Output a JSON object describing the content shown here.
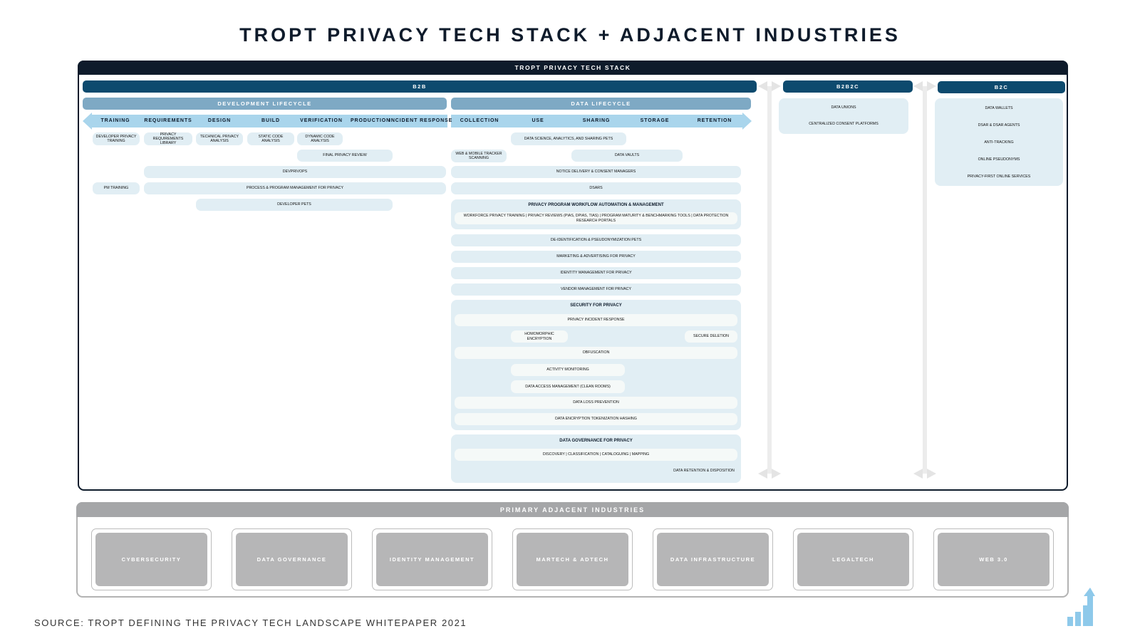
{
  "title": "TROPT PRIVACY TECH STACK + ADJACENT INDUSTRIES",
  "stack": {
    "header": "TROPT PRIVACY TECH STACK",
    "b2b": "B2B",
    "b2b2c": "B2B2C",
    "b2c": "B2C",
    "dev_lifecycle": "DEVELOPMENT LIFECYCLE",
    "data_lifecycle": "DATA LIFECYCLE",
    "dev_stages": [
      "TRAINING",
      "REQUIREMENTS",
      "DESIGN",
      "BUILD",
      "VERIFICATION",
      "PRODUCTION",
      "INCIDENT RESPONSE"
    ],
    "data_stages": [
      "COLLECTION",
      "USE",
      "SHARING",
      "STORAGE",
      "RETENTION"
    ],
    "dev_items": {
      "developer_privacy_training": "DEVELOPER PRIVACY TRAINING",
      "privacy_requirements_library": "PRIVACY REQUIREMENTS LIBRARY",
      "technical_privacy_analysis": "TECHNICAL PRIVACY ANALYSIS",
      "static_code_analysis": "STATIC CODE ANALYSIS",
      "dynamic_code_analysis": "DYNAMIC CODE ANALYSIS",
      "final_privacy_review": "FINAL PRIVACY REVIEW",
      "devprivops": "DEVPRIVOPS",
      "pm_training": "PM TRAINING",
      "process_program": "PROCESS & PROGRAM MANAGEMENT FOR PRIVACY",
      "developer_pets": "DEVELOPER PETS"
    },
    "data_items": {
      "data_science": "DATA SCIENCE, ANALYTICS, AND SHARING PETS",
      "web_mobile": "WEB & MOBILE TRACKER SCANNING",
      "data_vaults": "DATA VAULTS",
      "notice_delivery": "NOTICE DELIVERY & CONSENT MANAGERS",
      "dsars": "DSARS",
      "workflow_title": "PRIVACY PROGRAM WORKFLOW AUTOMATION & MANAGEMENT",
      "workflow_items": "WORKFORCE PRIVACY TRAINING | PRIVACY REVIEWS (PIAS, DPIAS, TIAS) | PROGRAM MATURITY & BENCHMARKING TOOLS | DATA PROTECTION RESEARCH PORTALS",
      "deidentification": "DE-IDENTIFICATION & PSEUDONYMIZATION PETS",
      "marketing": "MARKETING & ADVERTISING FOR PRIVACY",
      "identity": "IDENTITY MANAGEMENT FOR PRIVACY",
      "vendor": "VENDOR MANAGEMENT FOR PRIVACY",
      "security_title": "SECURITY FOR PRIVACY",
      "incident_response": "PRIVACY INCIDENT RESPONSE",
      "homomorphic": "HOMOMORPHIC ENCRYPTION",
      "secure_deletion": "SECURE DELETION",
      "obfuscation": "OBFUSCATION",
      "activity_monitoring": "ACTIVITY MONITORING",
      "data_access": "DATA ACCESS MANAGEMENT (CLEAN ROOMS)",
      "dlp": "DATA LOSS PREVENTION",
      "encryption": "DATA ENCRYPTION TOKENIZATION HASHING",
      "governance_title": "DATA GOVERNANCE FOR PRIVACY",
      "governance_items": "DISCOVERY | CLASSIFICATION | CATALOGUING | MAPPING",
      "retention": "DATA RETENTION & DISPOSITION"
    },
    "b2b2c_items": [
      "DATA UNIONS",
      "CENTRALIZED CONSENT PLATFORMS"
    ],
    "b2c_items": [
      "DATA WALLETS",
      "DSAR & DSAR AGENTS",
      "ANTI-TRACKING",
      "ONLINE PSEUDONYMS",
      "PRIVACY-FIRST ONLINE SERVICES"
    ]
  },
  "adjacent": {
    "header": "PRIMARY ADJACENT INDUSTRIES",
    "industries": [
      "CYBERSECURITY",
      "DATA GOVERNANCE",
      "IDENTITY MANAGEMENT",
      "MARTECH & ADTECH",
      "DATA INFRASTRUCTURE",
      "LEGALTECH",
      "WEB 3.0"
    ]
  },
  "source": "SOURCE: TROPT DEFINING THE PRIVACY TECH LANDSCAPE WHITEPAPER 2021",
  "colors": {
    "navy": "#0e1b2b",
    "dark_blue": "#0d4a6e",
    "mid_blue": "#7ea9c4",
    "arrow_blue": "#a9d5ec",
    "pill": "#e1eef4",
    "grey": "#b6b6b7",
    "logo_blue": "#8ec9ea"
  },
  "icons": [
    "double-arrow-icon",
    "bar-chart-logo-icon"
  ]
}
